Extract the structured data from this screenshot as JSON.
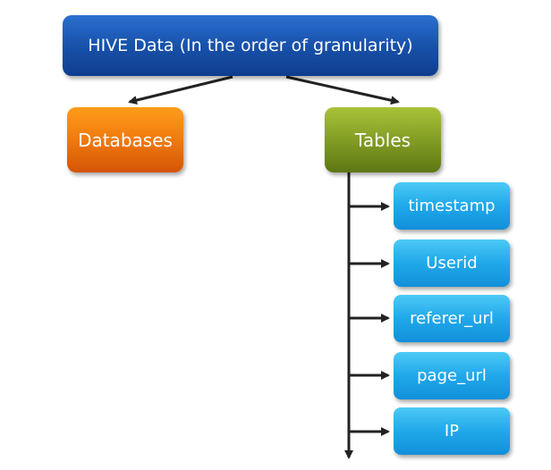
{
  "root": {
    "label": "HIVE Data (In the order of granularity)",
    "color": "#1852ab"
  },
  "children": [
    {
      "label": "Databases",
      "color": "#f07a0d"
    },
    {
      "label": "Tables",
      "color": "#7f9a22"
    }
  ],
  "table_fields": [
    {
      "label": "timestamp"
    },
    {
      "label": "Userid"
    },
    {
      "label": "referer_url"
    },
    {
      "label": "page_url"
    },
    {
      "label": "IP"
    }
  ],
  "field_color": "#20a8ea"
}
